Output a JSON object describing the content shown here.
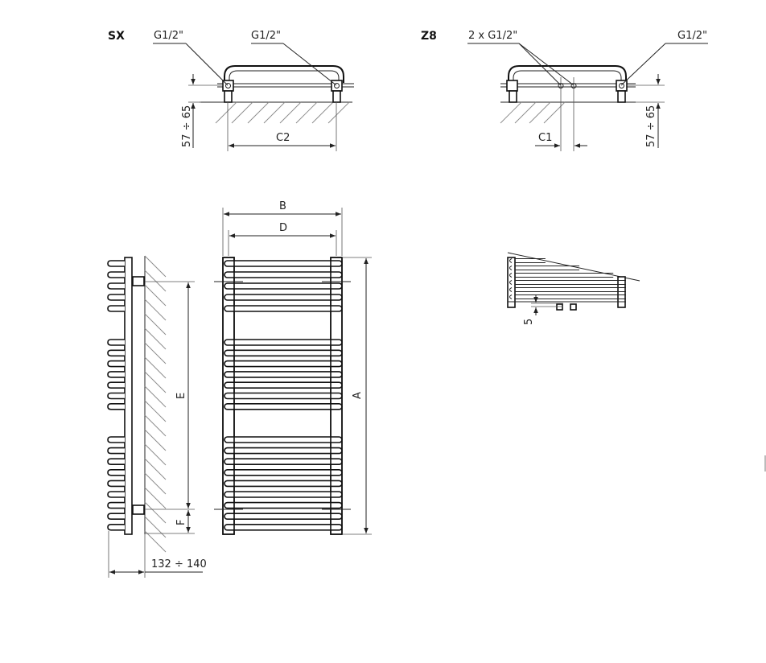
{
  "variants": {
    "sx": {
      "code": "SX",
      "left_connection": "G1/2\"",
      "right_connection": "G1/2\"",
      "spacing_label": "C2",
      "wall_distance": "57 ÷ 65"
    },
    "z8": {
      "code": "Z8",
      "double_connection": "2 x G1/2\"",
      "right_connection": "G1/2\"",
      "spacing_label": "C1",
      "wall_distance": "57 ÷ 65"
    }
  },
  "front_view": {
    "width_label": "B",
    "inner_width_label": "D",
    "height_label": "A"
  },
  "side_view": {
    "axis_distance_label": "E",
    "bottom_offset_label": "F",
    "depth_label": "132 ÷ 140"
  },
  "detail_view": {
    "offset_label": "5"
  }
}
